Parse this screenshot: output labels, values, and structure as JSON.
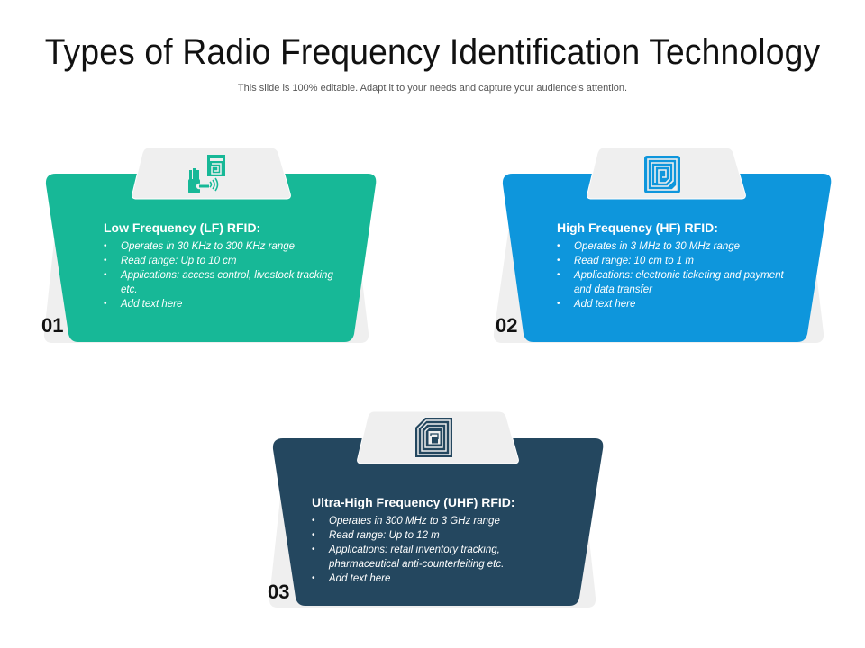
{
  "header": {
    "title": "Types of Radio Frequency Identification Technology",
    "subtitle": "This slide is 100% editable. Adapt it to your needs and capture your audience’s attention."
  },
  "colors": {
    "teal": "#17B897",
    "blue": "#0E96DC",
    "navy": "#24475F",
    "tab_gray": "#EFEFEF",
    "back_gray": "#EEEEEE"
  },
  "cards": [
    {
      "number": "01",
      "icon": "hand-rfid-card-icon",
      "heading": "Low Frequency (LF) RFID:",
      "bullets": [
        "Operates in 30 KHz to 300 KHz range",
        "Read range: Up to 10 cm",
        "Applications: access control, livestock tracking etc.",
        "Add text here"
      ]
    },
    {
      "number": "02",
      "icon": "rfid-tag-icon",
      "heading": "High Frequency (HF) RFID:",
      "bullets": [
        "Operates in 3 MHz to 30 MHz range",
        "Read range: 10 cm to 1 m",
        "Applications: electronic ticketing and payment and data transfer",
        "Add text here"
      ]
    },
    {
      "number": "03",
      "icon": "rfid-chip-icon",
      "heading": "Ultra-High Frequency (UHF) RFID:",
      "bullets": [
        "Operates in 300 MHz to 3 GHz range",
        "Read range: Up to 12 m",
        "Applications: retail inventory tracking, pharmaceutical anti-counterfeiting etc.",
        "Add text here"
      ]
    }
  ]
}
